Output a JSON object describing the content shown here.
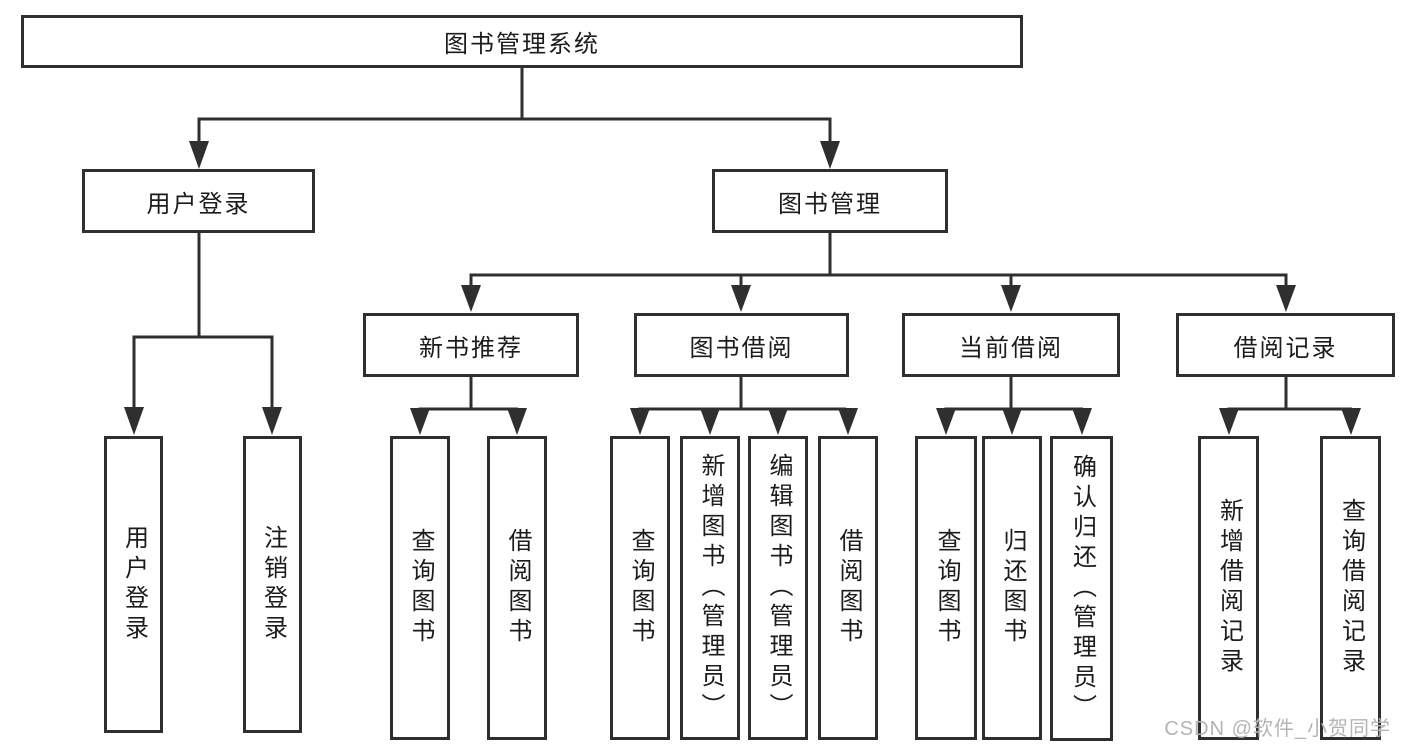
{
  "tree": {
    "label": "图书管理系统",
    "children": [
      {
        "label": "用户登录",
        "children": [
          {
            "label": "用户登录"
          },
          {
            "label": "注销登录"
          }
        ]
      },
      {
        "label": "图书管理",
        "children": [
          {
            "label": "新书推荐",
            "children": [
              {
                "label": "查询图书"
              },
              {
                "label": "借阅图书"
              }
            ]
          },
          {
            "label": "图书借阅",
            "children": [
              {
                "label": "查询图书"
              },
              {
                "label": "新增图书（管理员）"
              },
              {
                "label": "编辑图书（管理员）"
              },
              {
                "label": "借阅图书"
              }
            ]
          },
          {
            "label": "当前借阅",
            "children": [
              {
                "label": "查询图书"
              },
              {
                "label": "归还图书"
              },
              {
                "label": "确认归还（管理员）"
              }
            ]
          },
          {
            "label": "借阅记录",
            "children": [
              {
                "label": "新增借阅记录"
              },
              {
                "label": "查询借阅记录"
              }
            ]
          }
        ]
      }
    ]
  },
  "watermark": {
    "text": "CSDN @软件_小贺同学"
  },
  "colors": {
    "line": "#2f2f2f",
    "box_border": "#2f2f2f",
    "text": "#1c1c1c",
    "watermark": "#b4b4b4",
    "background": "#ffffff"
  }
}
